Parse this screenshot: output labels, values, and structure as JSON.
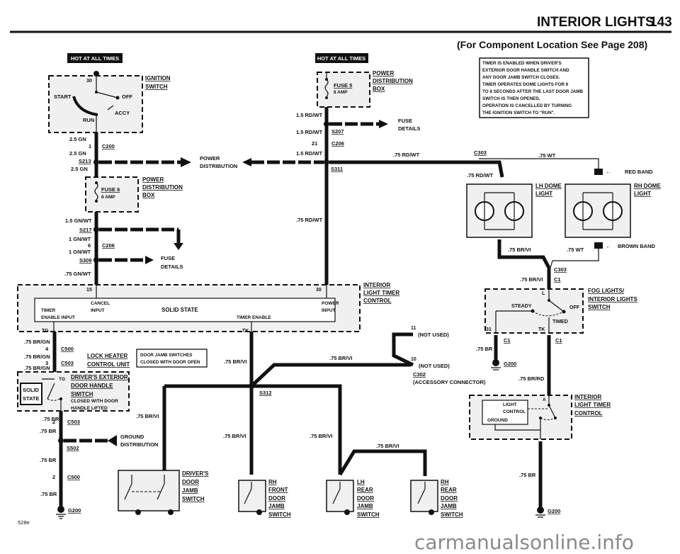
{
  "page": {
    "section_title": "INTERIOR LIGHTS",
    "page_number": "143",
    "subtitle": "(For Component Location See Page 208)",
    "model_code": "528e",
    "watermark": "carmanualsonline.info"
  },
  "badges": {
    "hot_left": "HOT AT ALL TIMES",
    "hot_center": "HOT AT ALL TIMES"
  },
  "note_box": {
    "lines": [
      "TIMER IS ENABLED WHEN DRIVER'S",
      "EXTERIOR DOOR HANDLE SWITCH AND",
      "ANY DOOR JAMB SWITCH CLOSES.",
      "TIMER OPERATES DOME LIGHTS FOR 6",
      "TO 8 SECONDS AFTER THE LAST DOOR JAMB",
      "SWITCH IS THEN OPENED.",
      "OPERATION IS CANCELLED BY TURNING",
      "THE IGNITION SWITCH TO \"RUN\"."
    ]
  },
  "ignition_switch": {
    "label_lines": [
      "IGNITION",
      "SWITCH"
    ],
    "terminal": "30",
    "positions": {
      "start": "START",
      "off": "OFF",
      "accy": "ACCY",
      "run": "RUN"
    }
  },
  "left_feed": {
    "wire_1": "2.5 GN",
    "c200_pin": "1",
    "c200": "C200",
    "wire_2": "2.5 GN",
    "s213": "S213",
    "wire_3": "2.5 GN",
    "power_dist_lines": [
      "POWER",
      "DISTRIBUTION"
    ],
    "pdb_lines": [
      "POWER",
      "DISTRIBUTION",
      "BOX"
    ],
    "fuse": "FUSE 6",
    "fuse_rating": "8 AMP",
    "wire_4": "1.5 GN/WT",
    "s217": "S217",
    "wire_5": "1 GN/WT",
    "c206_pin": "6",
    "c206": "C206",
    "wire_6": "1 GN/WT",
    "s309": "S309",
    "fuse_details_lines": [
      "FUSE",
      "DETAILS"
    ],
    "wire_7": ".75 GN/WT"
  },
  "center_feed": {
    "pdb_lines": [
      "POWER",
      "DISTRIBUTION",
      "BOX"
    ],
    "fuse": "FUSE 5",
    "fuse_rating": "8 AMP",
    "wire_1": "1.5 RD/WT",
    "fuse_details_lines": [
      "FUSE",
      "DETAILS"
    ],
    "wire_2": "1.5 RD/WT",
    "s207": "S207",
    "c206_pin": "21",
    "c206": "C206",
    "wire_3": "1.5 RD/WT",
    "s311": "S311",
    "wire_right": ".75 RD/WT",
    "wire_down": ".75 RD/WT"
  },
  "dome_lights": {
    "c303_top": "C303",
    "wire_wt_top": ".75 WT",
    "wire_rdwt": ".75 RD/WT",
    "red_band": "RED BAND",
    "lh_lines": [
      "LH DOME",
      "LIGHT"
    ],
    "rh_lines": [
      "RH DOME",
      "LIGHT"
    ],
    "brown_band": "BROWN BAND",
    "wire_brvi": ".75 BR/VI",
    "wire_wt_bottom": ".75 WT",
    "c303_bottom": "C303"
  },
  "timer_control": {
    "label_lines": [
      "INTERIOR",
      "LIGHT TIMER",
      "CONTROL"
    ],
    "pin_15": "15",
    "pin_30": "30",
    "solid_state": "SOLID STATE",
    "cancel_input_lines": [
      "CANCEL",
      "INPUT"
    ],
    "power_input_lines": [
      "POWER",
      "INPUT"
    ],
    "timer_enable_input_lines": [
      "TIMER",
      "ENABLE INPUT"
    ],
    "timer_enable": "TIMER ENABLE",
    "pin_tg": "TG",
    "pin_tk": "TK"
  },
  "driver_handle": {
    "wire_1": ".75 BR/GN",
    "c500_pin": "4",
    "c500": "C500",
    "wire_2": ".75 BR/GN",
    "c503_pin": "3",
    "c503": "C503",
    "wire_3": ".75 BR/GN",
    "lock_heater_lines": [
      "LOCK HEATER",
      "CONTROL UNIT"
    ],
    "label_lines": [
      "DRIVER'S EXTERIOR",
      "DOOR HANDLE",
      "SWITCH"
    ],
    "note_lines": [
      "CLOSED WITH DOOR",
      "HANDLE LIFTED"
    ],
    "solid_state_lines": [
      "SOLID",
      "STATE"
    ],
    "pin_tg": "TG",
    "wire_4": ".75 BR",
    "c503b_pin": "2",
    "c503b": "C503",
    "wire_5": ".75 BR",
    "ground_dist_lines": [
      "GROUND",
      "DISTRIBUTION"
    ],
    "s502": "S502",
    "wire_6": ".75 BR",
    "c500b_pin": "2",
    "c500b": "C500",
    "wire_7": ".75 BR",
    "g200": "G200"
  },
  "jamb_note": {
    "lines": [
      "DOOR JAMB SWITCHES",
      "CLOSED WITH DOOR OPEN"
    ]
  },
  "jamb_switches": {
    "wire_left": ".75 BR/VI",
    "wire_tk": ".75 BR/VI",
    "wire_c302": ".75 BR/VI",
    "s312": "S312",
    "wire_rh_front": ".75 BR/VI",
    "wire_lh_rear": ".75 BR/VI",
    "wire_rh_rear": ".75 BR/VI",
    "drivers_lines": [
      "DRIVER'S",
      "DOOR",
      "JAMB",
      "SWITCH"
    ],
    "rh_front_lines": [
      "RH",
      "FRONT",
      "DOOR",
      "JAMB",
      "SWITCH"
    ],
    "lh_rear_lines": [
      "LH",
      "REAR",
      "DOOR",
      "JAMB",
      "SWITCH"
    ],
    "rh_rear_lines": [
      "RH",
      "REAR",
      "DOOR",
      "JAMB",
      "SWITCH"
    ]
  },
  "accessory_connector": {
    "pin_11": "11",
    "pin_10": "10",
    "not_used": "(NOT USED)",
    "c302": "C302",
    "name": "(ACCESSORY CONNECTOR)"
  },
  "fog_switch": {
    "wire_in": ".75 BR/VI",
    "c1": "C1",
    "label_lines": [
      "FOG LIGHTS/",
      "INTERIOR LIGHTS",
      "SWITCH"
    ],
    "pin_l": "L",
    "steady": "STEADY",
    "off": "OFF",
    "timed": "TIMED",
    "pin_31": "31",
    "pin_tk": "TK",
    "wire_br": ".75 BR",
    "g200": "G200",
    "wire_brrd": ".75 BR/RD"
  },
  "right_timer": {
    "label_lines": [
      "INTERIOR",
      "LIGHT TIMER",
      "CONTROL"
    ],
    "light_control_lines": [
      "LIGHT",
      "CONTROL"
    ],
    "ground": "GROUND",
    "pin_a": "A",
    "wire_br": ".75 BR",
    "g200": "G200"
  }
}
